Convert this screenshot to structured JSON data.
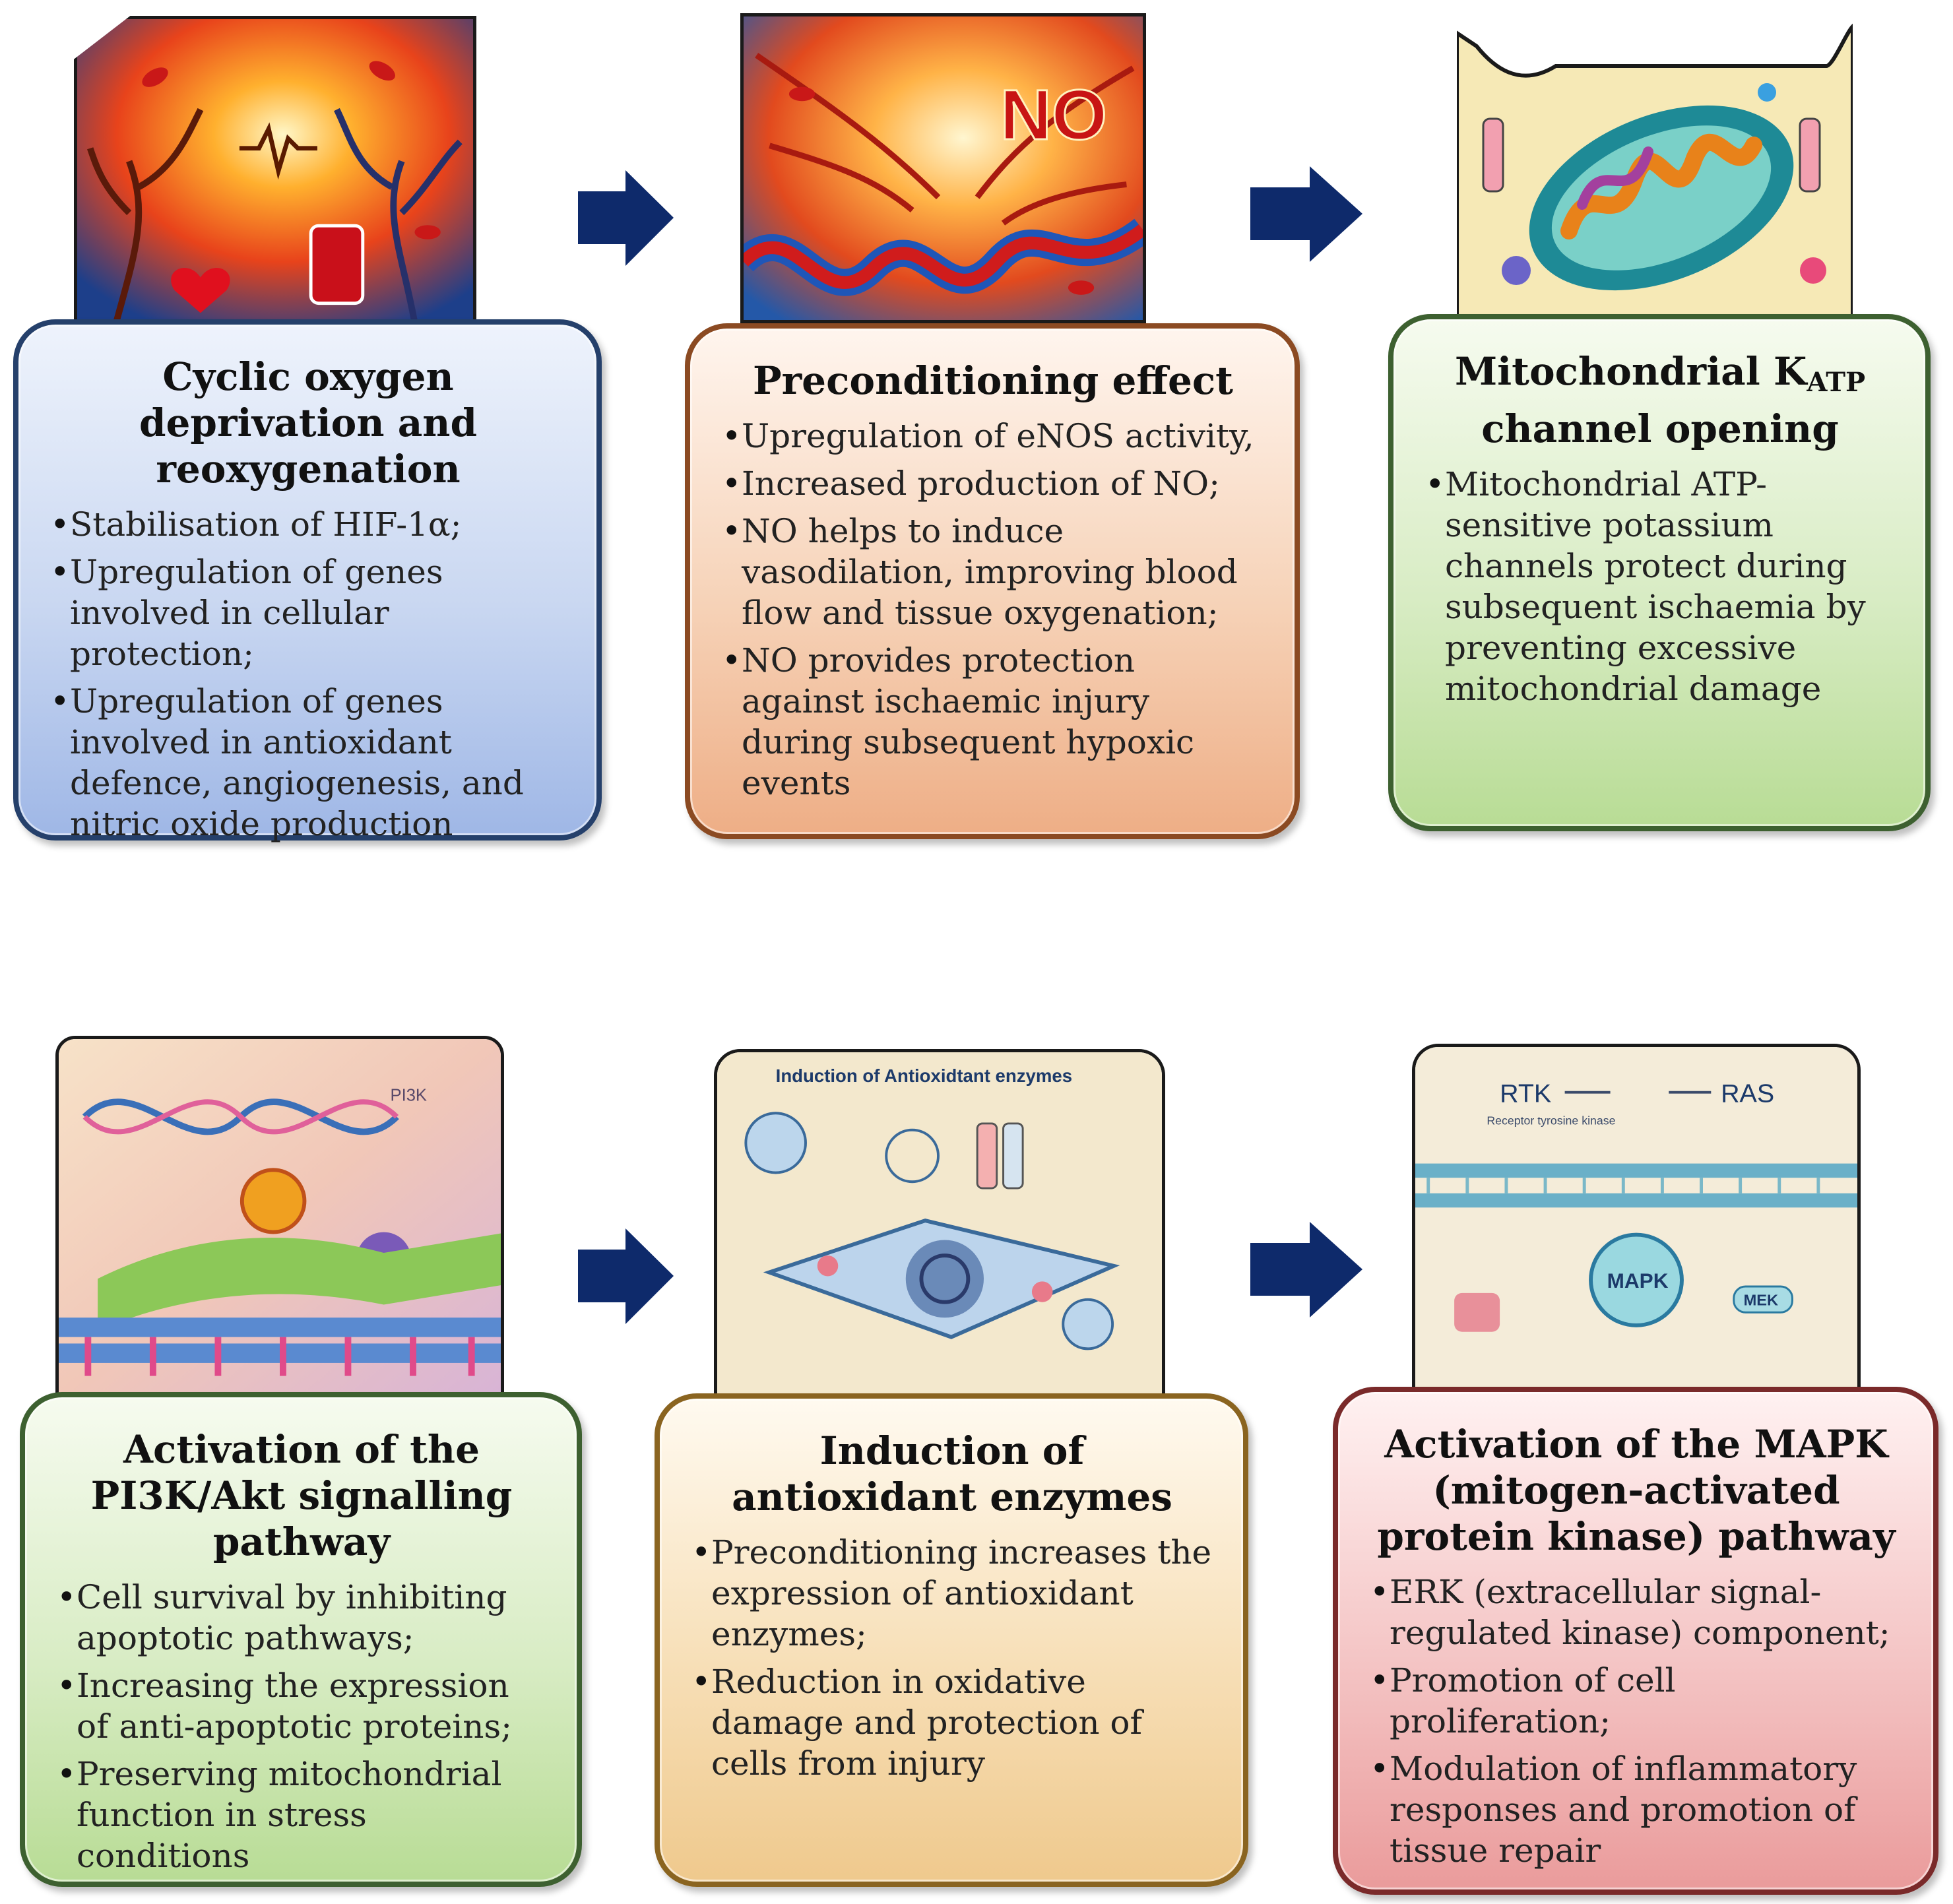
{
  "colors": {
    "arrow": "#0e2a6b"
  },
  "steps": [
    {
      "title": "Cyclic oxygen deprivation and reoxygenation",
      "bullets": [
        "Stabilisation  of HIF-1α;",
        "Upregulation of genes involved in cellular protection;",
        "Upregulation of genes involved in antioxidant defence, angiogenesis, and nitric oxide production"
      ]
    },
    {
      "title": "Preconditioning effect",
      "image_text": "NO",
      "bullets": [
        "Upregulation of eNOS activity,",
        "Increased production of NO;",
        "NO helps to induce vasodilation, improving blood flow and tissue oxygenation;",
        "NO provides protection against ischaemic injury during subsequent hypoxic events"
      ]
    },
    {
      "title_main": "Mitochondrial K",
      "title_sub": "ATP",
      "title_rest": "channel opening",
      "bullets": [
        "Mitochondrial ATP-sensitive potassium channels protect during subsequent ischaemia by preventing excessive mitochondrial damage"
      ]
    },
    {
      "title": "Activation of the PI3K/Akt signalling pathway",
      "image_text": "PI3K",
      "bullets": [
        "Cell survival by inhibiting apoptotic pathways;",
        "Increasing the expression of anti-apoptotic proteins;",
        " Preserving mitochondrial function in stress conditions"
      ]
    },
    {
      "title": "Induction of antioxidant enzymes",
      "image_text": "Induction of Antioxidtant enzymes",
      "bullets": [
        "Preconditioning increases the expression of antioxidant enzymes;",
        "Reduction in oxidative damage and protection of cells from injury"
      ]
    },
    {
      "title": "Activation of the MAPK (mitogen-activated protein kinase) pathway",
      "image_text": {
        "rtk": "RTK",
        "ras": "RAS",
        "mapk": "MAPK",
        "mek": "MEK",
        "receptor": "Receptor tyrosine kinase"
      },
      "bullets": [
        "ERK (extracellular signal-regulated kinase) component;",
        "Promotion of cell proliferation;",
        "Modulation of inflammatory responses and promotion of tissue repair"
      ]
    }
  ]
}
